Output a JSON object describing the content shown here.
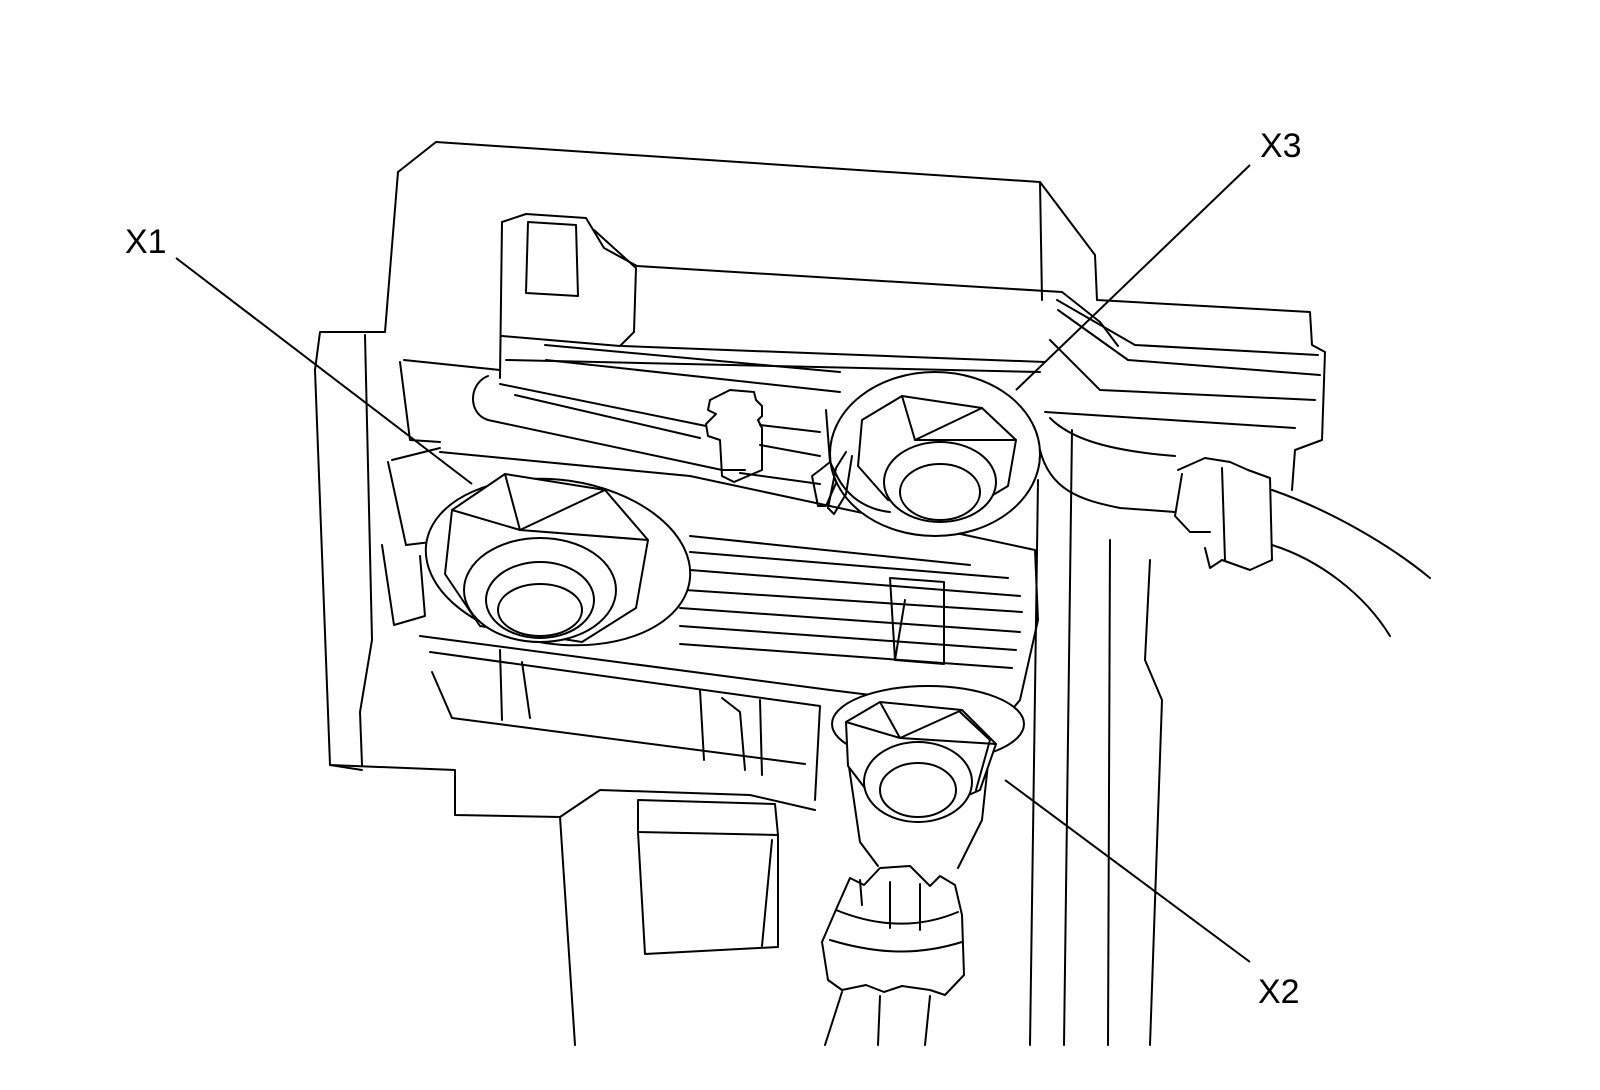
{
  "callouts": {
    "x1": "X1",
    "x2": "X2",
    "x3": "X3"
  },
  "colors": {
    "line": "#000000",
    "background": "#ffffff"
  }
}
